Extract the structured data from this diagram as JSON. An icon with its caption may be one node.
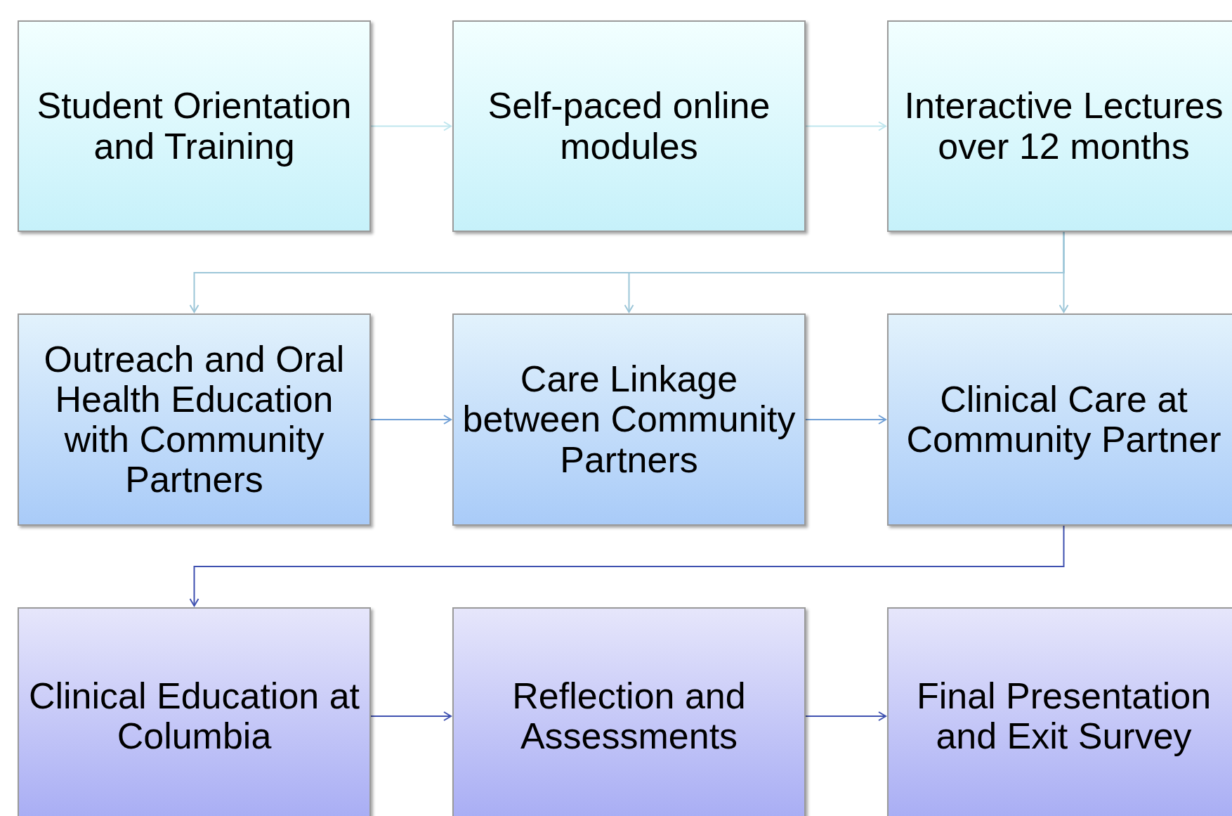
{
  "diagram": {
    "nodes": [
      {
        "text": [
          "Student Orientation and Training"
        ]
      },
      {
        "text": [
          "Self-paced online modules"
        ]
      },
      {
        "text": [
          "Interactive Lectures over 12 months"
        ]
      },
      {
        "text": [
          "Outreach and Oral Health Education with Community Partners"
        ]
      },
      {
        "text": [
          "Care Linkage between Community Partners"
        ]
      },
      {
        "text": [
          "Clinical Care at Community Partner"
        ]
      },
      {
        "text": [
          "Clinical Education at Columbia"
        ]
      },
      {
        "text": [
          "Reflection and Assessments"
        ]
      },
      {
        "text": [
          "Final Presentation and Exit Survey"
        ]
      }
    ],
    "edges": [
      {
        "from": 0,
        "to": 1,
        "arrow": "to",
        "color": "#bfe6ee"
      },
      {
        "from": 1,
        "to": 2,
        "arrow": "to",
        "color": "#bfe6ee"
      },
      {
        "from": 2,
        "to": 3,
        "arrow": "to",
        "color": "#9cc6d8"
      },
      {
        "from": 2,
        "to": 4,
        "arrow": "to",
        "color": "#9cc6d8"
      },
      {
        "from": 2,
        "to": 5,
        "arrow": "to",
        "color": "#9cc6d8"
      },
      {
        "from": 3,
        "to": 4,
        "arrow": "to",
        "color": "#6f9fd6"
      },
      {
        "from": 4,
        "to": 5,
        "arrow": "to",
        "color": "#6f9fd6"
      },
      {
        "from": 5,
        "to": 6,
        "arrow": "to",
        "color": "#3f51b0"
      },
      {
        "from": 6,
        "to": 7,
        "arrow": "to",
        "color": "#3f51b0"
      },
      {
        "from": 7,
        "to": 8,
        "arrow": "to",
        "color": "#3f51b0"
      }
    ]
  }
}
